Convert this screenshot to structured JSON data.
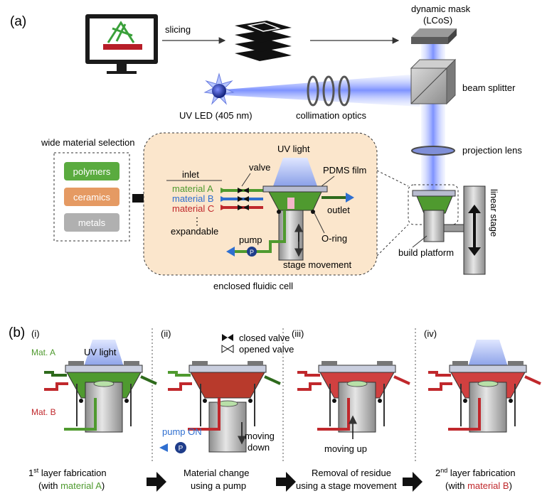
{
  "panel_a": {
    "label": "(a)",
    "slicing": "slicing",
    "mask_line1": "dynamic mask",
    "mask_line2": "(LCoS)",
    "beam_splitter": "beam splitter",
    "uv_led": "UV LED (405 nm)",
    "collimation": "collimation optics",
    "projection_lens": "projection lens",
    "wide_selection": "wide material selection",
    "materials": [
      {
        "name": "polymers",
        "color": "#5aab3f"
      },
      {
        "name": "ceramics",
        "color": "#e59a63"
      },
      {
        "name": "metals",
        "color": "#b0b0b0"
      }
    ],
    "inlet": "inlet",
    "valve": "valve",
    "uv_light": "UV light",
    "pdms": "PDMS film",
    "mat_a": "material A",
    "mat_b": "material B",
    "mat_c": "material C",
    "ellipsis": "⋮",
    "expandable": "expandable",
    "outlet": "outlet",
    "oring": "O-ring",
    "pump": "pump",
    "pump_glyph": "P",
    "stage_movement": "stage movement",
    "enclosed": "enclosed fluidic cell",
    "linear_stage": "linear stage",
    "build_platform": "build platform"
  },
  "panel_b": {
    "label": "(b)",
    "sub": [
      "(i)",
      "(ii)",
      "(iii)",
      "(iv)"
    ],
    "uv_light": "UV light",
    "mat_a": "Mat. A",
    "mat_b": "Mat. B",
    "closed_valve": "closed valve",
    "opened_valve": "opened valve",
    "pump_on": "pump ON",
    "pump_glyph": "P",
    "moving_down_1": "moving",
    "moving_down_2": "down",
    "moving_up": "moving up",
    "cap1_pre": "1",
    "cap1_sup": "st",
    "cap1_rest": " layer fabrication",
    "cap1_l2_pre": "(with ",
    "cap1_l2_mat": "material A",
    "cap1_l2_post": ")",
    "cap2_l1": "Material change",
    "cap2_l2": "using a pump",
    "cap3_l1": "Removal of residue",
    "cap3_l2": "using a stage movement",
    "cap4_pre": "2",
    "cap4_sup": "nd",
    "cap4_rest": " layer fabrication",
    "cap4_l2_pre": "(with ",
    "cap4_l2_mat": "material B",
    "cap4_l2_post": ")"
  },
  "colors": {
    "green": "#4f9a2f",
    "dark_green": "#2e6a1c",
    "red": "#c0282c",
    "blue": "#2f6fd0",
    "beam": "#8fa6ff",
    "cell_bg": "#fbe6cc"
  }
}
